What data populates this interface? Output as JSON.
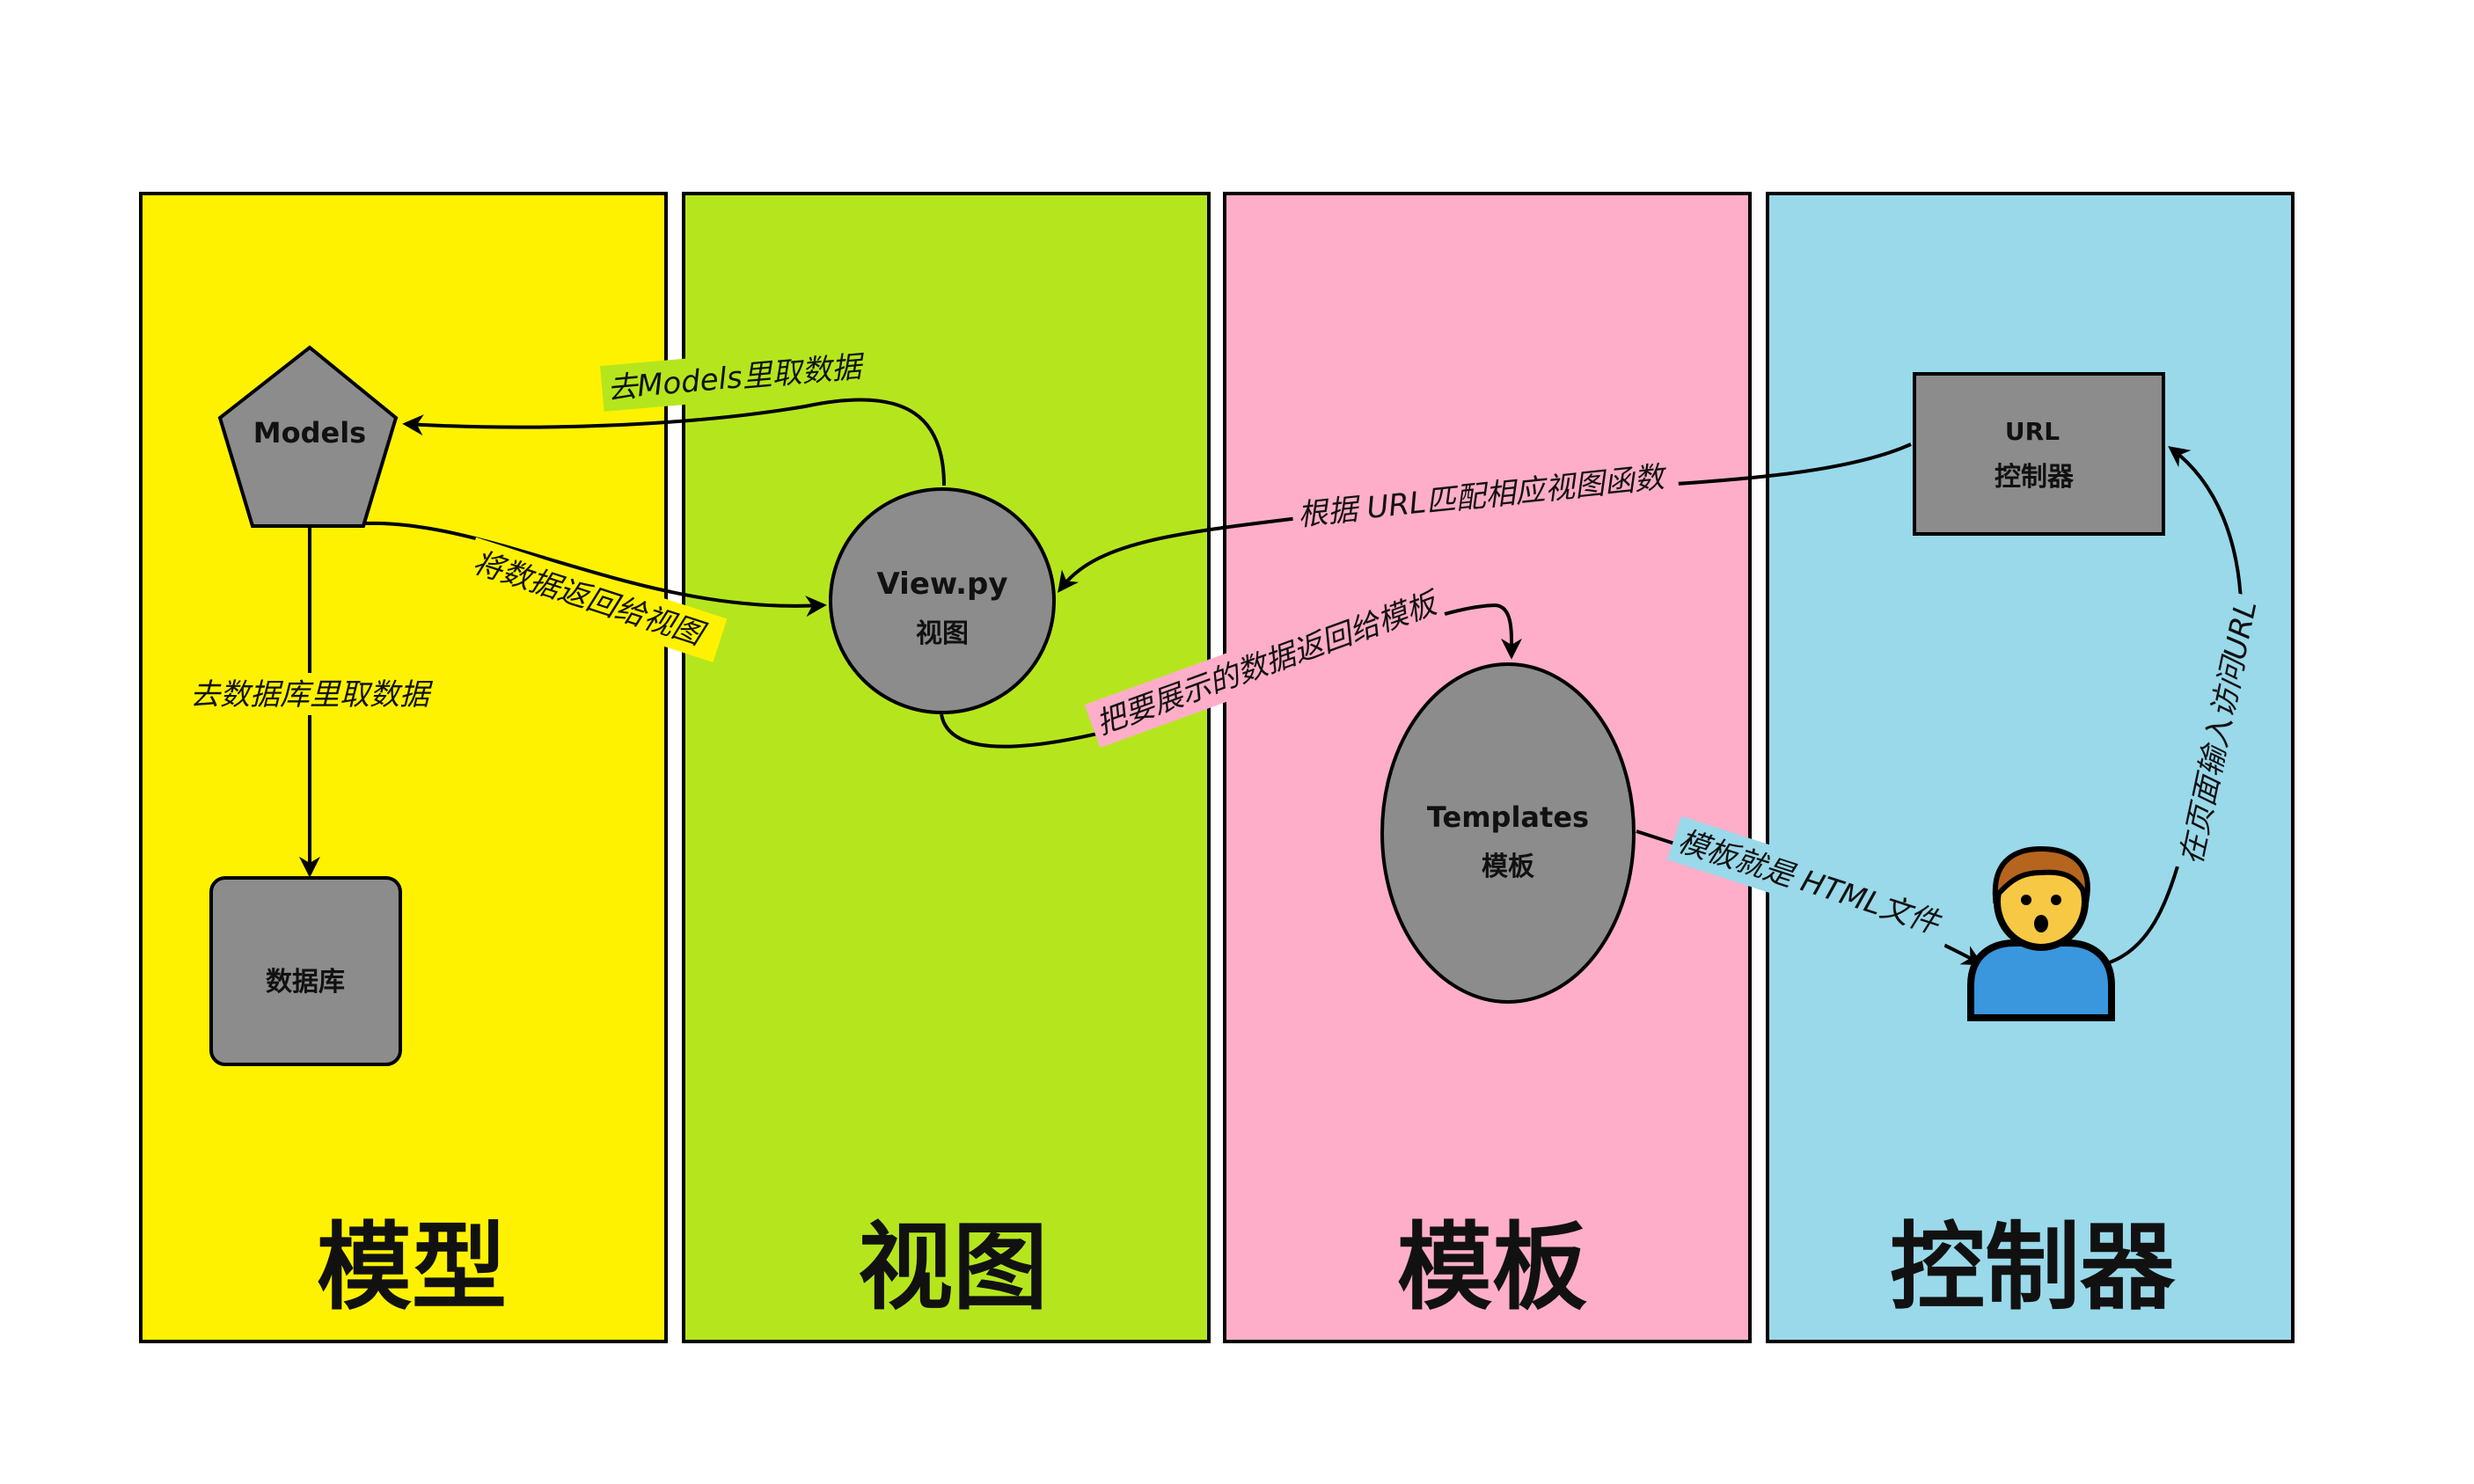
{
  "colors": {
    "model_lane": "#fff200",
    "view_lane": "#b5e61d",
    "template_lane": "#ffaec9",
    "controller_lane": "#99d9ea",
    "node_fill": "#8c8c8c"
  },
  "lanes": {
    "model": "模型",
    "view": "视图",
    "template": "模板",
    "controller": "控制器"
  },
  "nodes": {
    "models": "Models",
    "database": "数据库",
    "view_name": "View.py",
    "view_sub": "视图",
    "templates_name": "Templates",
    "templates_sub": "模板",
    "url_name": "URL",
    "url_sub": "控制器",
    "user_icon": "person-icon"
  },
  "edges": {
    "get_from_models": "去Models里取数据",
    "return_to_view": "将数据返回给视图",
    "get_from_db": "去数据库里取数据",
    "match_url": "根据 URL匹配相应视图函数",
    "return_to_template": "把要展示的数据返回给模板",
    "template_is_html": "模板就是 HTML文件",
    "user_visits_url": "在页面输入访问URL"
  }
}
